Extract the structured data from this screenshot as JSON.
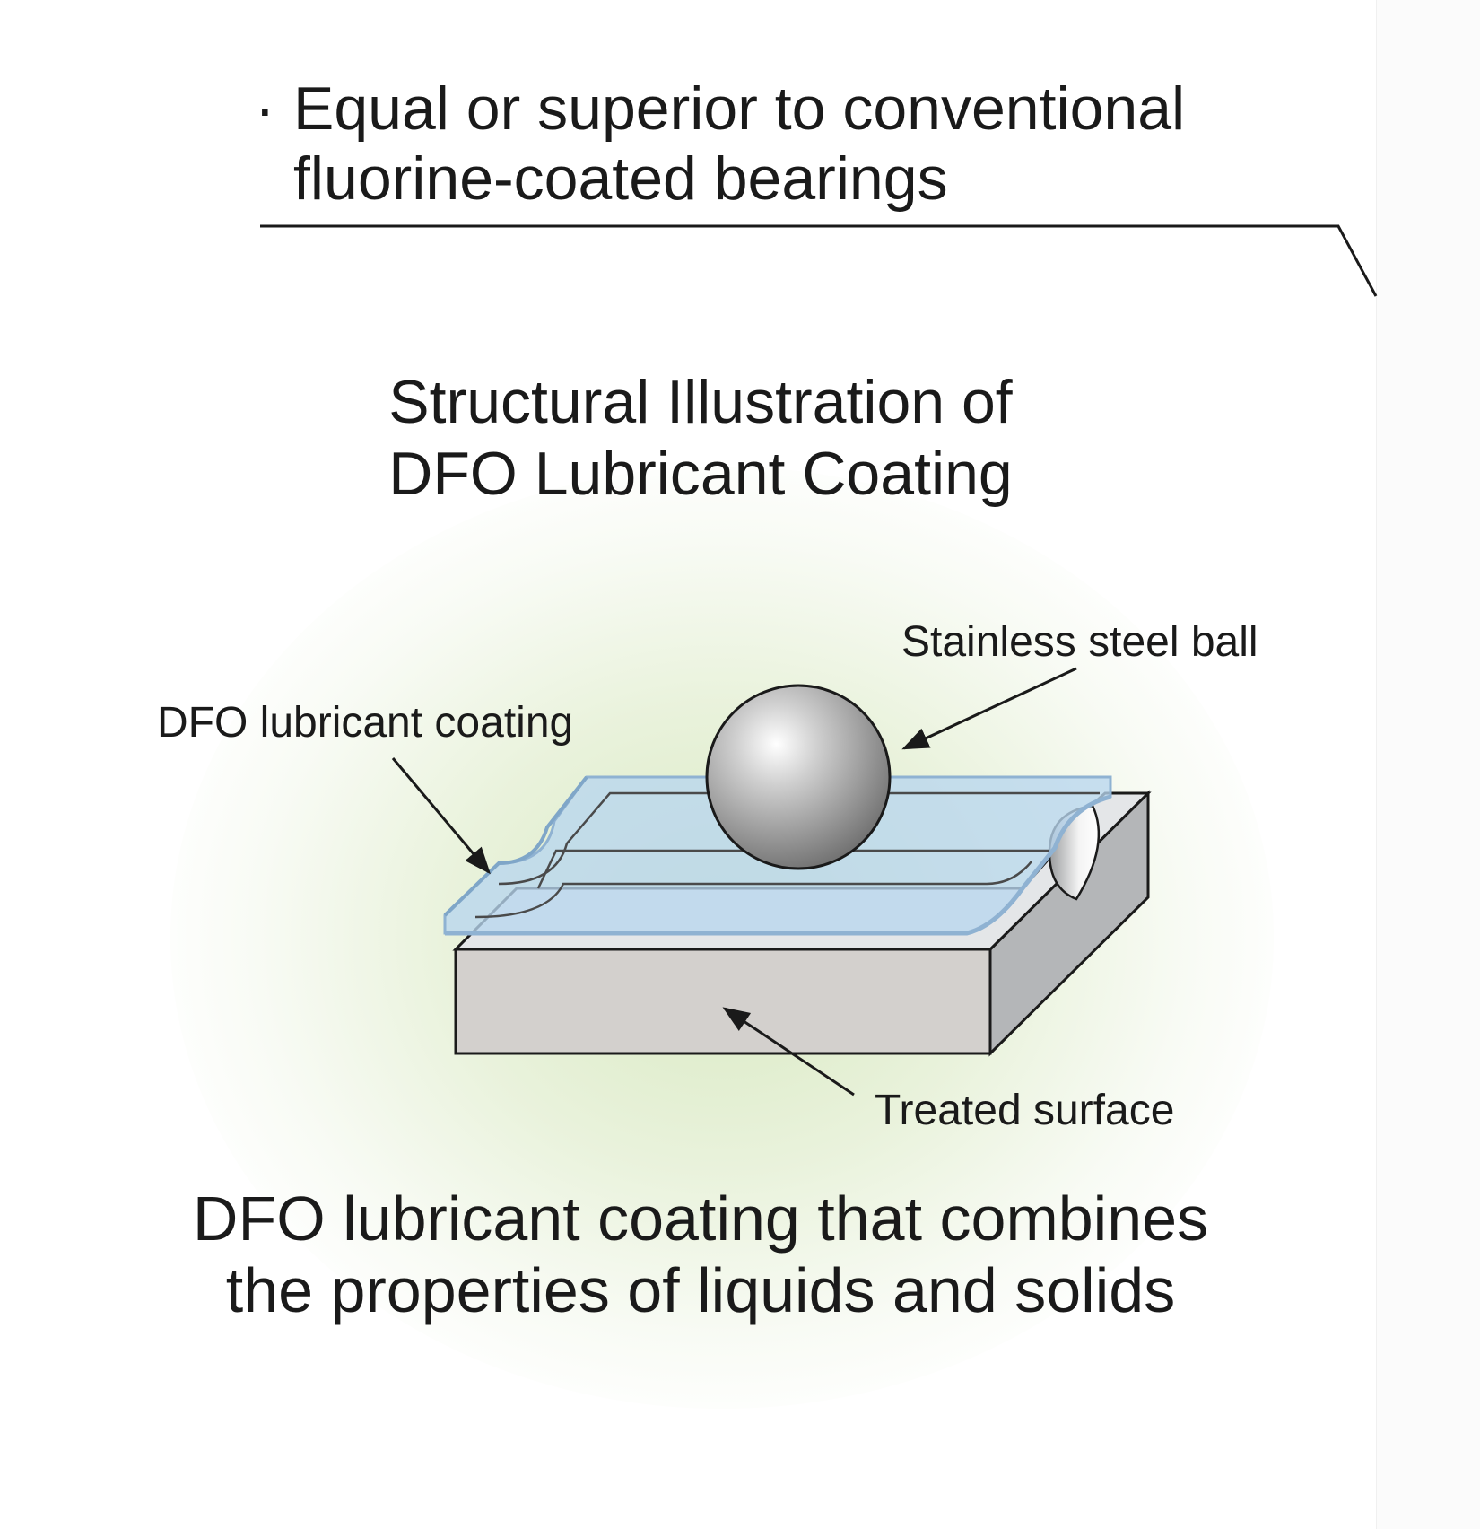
{
  "header": {
    "bullet": "·",
    "line1": "Equal or superior to conventional",
    "line2": "fluorine-coated bearings"
  },
  "title": {
    "line1": "Structural Illustration of",
    "line2": "DFO Lubricant Coating"
  },
  "labels": {
    "ball": "Stainless steel ball",
    "coating": "DFO lubricant coating",
    "surface": "Treated surface"
  },
  "caption": {
    "line1": "DFO lubricant coating that combines",
    "line2": "the properties of liquids and solids"
  },
  "colors": {
    "glow": "#d6e8be",
    "coating": "#b9d6ee",
    "block_front": "#d3d0cd",
    "block_side": "#b4b6b8",
    "ball": "#8a8a8a",
    "line": "#1a1a1a"
  }
}
